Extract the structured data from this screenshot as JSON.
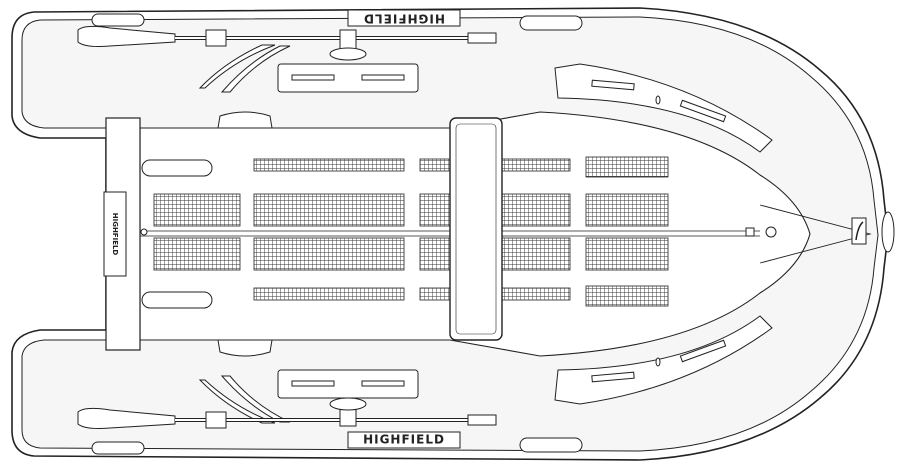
{
  "diagram": {
    "brand_top": "HIGHFIELD",
    "brand_bottom": "HIGHFIELD",
    "transom_label": "HIGHFIELD",
    "colors": {
      "line": "#222222",
      "hull_fill": "#f4f4f4",
      "tube_fill": "#ffffff",
      "inner_fill": "#f7f7f7",
      "grip_fill": "#444444",
      "pad_fill": "#f2f2f2"
    }
  }
}
